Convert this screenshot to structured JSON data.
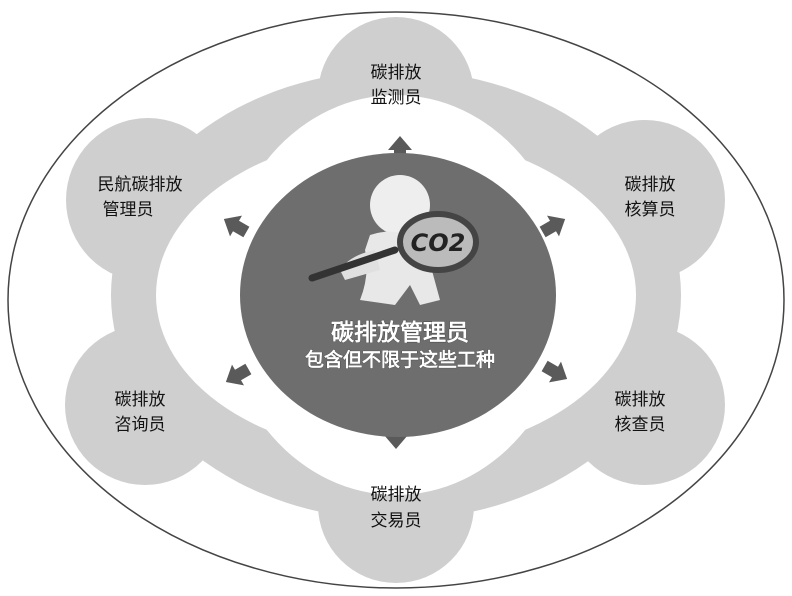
{
  "center": {
    "title": "碳排放管理员",
    "subtitle": "包含但不限于这些工种",
    "magnifier_text": "CO2"
  },
  "roles": [
    {
      "line1": "碳排放",
      "line2": "监测员"
    },
    {
      "line1": "碳排放",
      "line2": "核算员"
    },
    {
      "line1": "碳排放",
      "line2": "核查员"
    },
    {
      "line1": "碳排放",
      "line2": "交易员"
    },
    {
      "line1": "碳排放",
      "line2": "咨询员"
    },
    {
      "line1": "民航碳排放",
      "line2": "管理员"
    }
  ],
  "colors": {
    "petal": "#cfcfcf",
    "center": "#6e6e6e",
    "arrow": "#5a5a5a",
    "outline": "#444444"
  }
}
